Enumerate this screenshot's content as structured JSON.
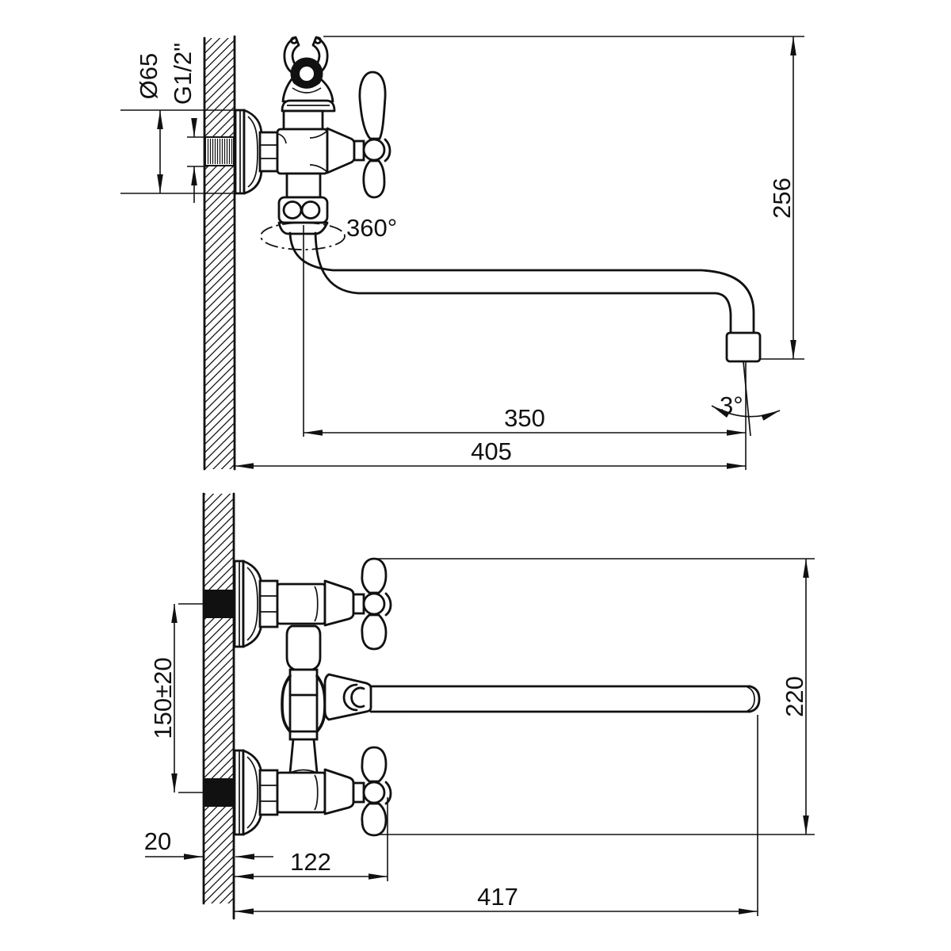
{
  "colors": {
    "line": "#111111",
    "background": "#ffffff"
  },
  "side_view": {
    "flange_diameter": "Ø65",
    "thread_size": "G1/2\"",
    "swivel_angle": "360°",
    "height": "256",
    "spout_reach": "350",
    "total_reach": "405",
    "spray_angle": "3°"
  },
  "plan_view": {
    "connection_centers": "150±20",
    "wall_thickness": "20",
    "body_depth": "122",
    "overall_length": "417",
    "handle_span": "220"
  }
}
